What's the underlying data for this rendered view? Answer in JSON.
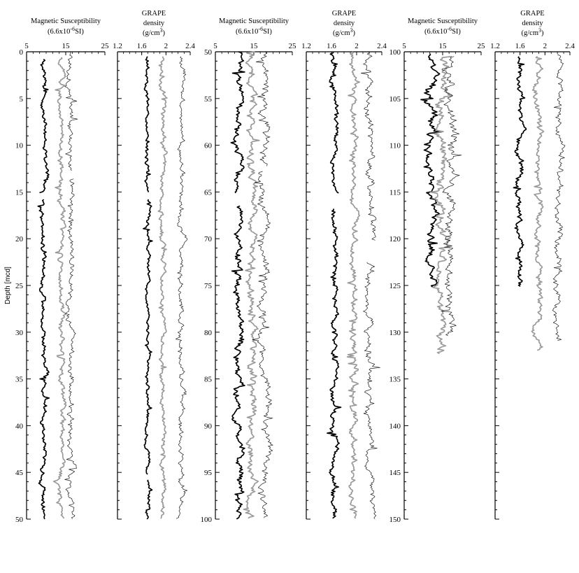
{
  "colors": {
    "black": "#000000",
    "gray": "#9a9a9a",
    "thin": "#1a1a1a",
    "axis": "#000000"
  },
  "y_axis_label": "Depth [mcd]",
  "chart_data": [
    {
      "type": "line",
      "id": "ms-1",
      "title_lines": [
        "Magnetic Susceptibility",
        "(6.6x10",
        "-6",
        "SI)"
      ],
      "xlim": [
        5,
        25
      ],
      "xticks": [
        5,
        15,
        25
      ],
      "ylim": [
        0,
        50
      ],
      "yticks": [
        0,
        5,
        10,
        15,
        20,
        25,
        30,
        35,
        40,
        45,
        50
      ],
      "show_y_ticklabels": true,
      "y_ticklabel_side": "left",
      "series": [
        {
          "style": "black",
          "segments": [
            [
              0.8,
              15.1
            ],
            [
              15.8,
              50
            ]
          ],
          "base": 9.3,
          "amp": 0.8,
          "seed": 1
        },
        {
          "style": "gray",
          "segments": [
            [
              0.6,
              50
            ]
          ],
          "base": 13.8,
          "amp": 0.9,
          "seed": 2
        },
        {
          "style": "thin",
          "segments": [
            [
              0,
              12.8
            ],
            [
              13.6,
              50
            ]
          ],
          "base": 16.4,
          "amp": 1.0,
          "seed": 3
        }
      ]
    },
    {
      "type": "line",
      "id": "grape-1",
      "title_lines": [
        "GRAPE",
        "density",
        "(g/cm",
        "3",
        ")"
      ],
      "xlim": [
        1.2,
        2.4
      ],
      "xticks": [
        "1.2",
        "1.6",
        "2",
        "2.4"
      ],
      "ylim": [
        0,
        50
      ],
      "yticks": [
        0,
        5,
        10,
        15,
        20,
        25,
        30,
        35,
        40,
        45,
        50
      ],
      "show_y_ticklabels": false,
      "series": [
        {
          "style": "black",
          "segments": [
            [
              0.5,
              15.1
            ],
            [
              15.8,
              45.2
            ],
            [
              45.8,
              50
            ]
          ],
          "base": 1.7,
          "amp": 0.04,
          "seed": 4
        },
        {
          "style": "gray",
          "segments": [
            [
              0.5,
              50
            ]
          ],
          "base": 1.95,
          "amp": 0.05,
          "seed": 5
        },
        {
          "style": "thin",
          "segments": [
            [
              0.5,
              50
            ]
          ],
          "base": 2.25,
          "amp": 0.06,
          "seed": 6
        }
      ]
    },
    {
      "type": "line",
      "id": "ms-2",
      "title_lines": [
        "Magnetic Susceptibility",
        "(6.6x10",
        "-6",
        "SI)"
      ],
      "xlim": [
        5,
        25
      ],
      "xticks": [
        5,
        15,
        25
      ],
      "ylim": [
        50,
        100
      ],
      "yticks": [
        50,
        55,
        60,
        65,
        70,
        75,
        80,
        85,
        90,
        95,
        100
      ],
      "show_y_ticklabels": true,
      "y_ticklabel_side": "left",
      "series": [
        {
          "style": "black",
          "segments": [
            [
              50,
              65.2
            ],
            [
              66.5,
              100
            ]
          ],
          "base": 11.0,
          "amp": 1.2,
          "seed": 7
        },
        {
          "style": "gray",
          "segments": [
            [
              50,
              100
            ]
          ],
          "base": 14.5,
          "amp": 1.3,
          "seed": 8
        },
        {
          "style": "thin",
          "segments": [
            [
              50,
              62.3
            ],
            [
              62.8,
              100
            ]
          ],
          "base": 17.5,
          "amp": 1.4,
          "seed": 9
        }
      ]
    },
    {
      "type": "line",
      "id": "grape-2",
      "title_lines": [
        "GRAPE",
        "density",
        "(g/cm",
        "3",
        ")"
      ],
      "xlim": [
        1.2,
        2.4
      ],
      "xticks": [
        "1.2",
        "1.6",
        "2",
        "2.4"
      ],
      "ylim": [
        50,
        100
      ],
      "yticks": [
        50,
        55,
        60,
        65,
        70,
        75,
        80,
        85,
        90,
        95,
        100
      ],
      "show_y_ticklabels": false,
      "series": [
        {
          "style": "black",
          "segments": [
            [
              50,
              65.2
            ],
            [
              66.8,
              100
            ]
          ],
          "base": 1.65,
          "amp": 0.06,
          "seed": 10
        },
        {
          "style": "gray",
          "segments": [
            [
              50,
              100
            ]
          ],
          "base": 1.95,
          "amp": 0.07,
          "seed": 11
        },
        {
          "style": "thin",
          "segments": [
            [
              50,
              70.2
            ],
            [
              72.5,
              100
            ]
          ],
          "base": 2.2,
          "amp": 0.08,
          "seed": 12
        }
      ]
    },
    {
      "type": "line",
      "id": "ms-3",
      "title_lines": [
        "Magnetic Susceptibility",
        "(6.6x10",
        "-6",
        "SI)"
      ],
      "xlim": [
        5,
        25
      ],
      "xticks": [
        5,
        15,
        25
      ],
      "ylim": [
        100,
        150
      ],
      "yticks": [
        100,
        105,
        110,
        115,
        120,
        125,
        130,
        135,
        140,
        145,
        150
      ],
      "show_y_ticklabels": true,
      "y_ticklabel_side": "left",
      "series": [
        {
          "style": "black",
          "segments": [
            [
              100.2,
              125.2
            ]
          ],
          "base": 12.0,
          "amp": 1.6,
          "seed": 13
        },
        {
          "style": "gray",
          "segments": [
            [
              100.5,
              132.4
            ]
          ],
          "base": 14.8,
          "amp": 1.7,
          "seed": 14
        },
        {
          "style": "thin",
          "segments": [
            [
              100.5,
              130.5
            ]
          ],
          "base": 17.0,
          "amp": 1.8,
          "seed": 15
        }
      ]
    },
    {
      "type": "line",
      "id": "grape-3",
      "title_lines": [
        "GRAPE",
        "density",
        "(g/cm",
        "3",
        ")"
      ],
      "xlim": [
        1.2,
        2.4
      ],
      "xticks": [
        "1.2",
        "1.6",
        "2",
        "2.4"
      ],
      "ylim": [
        100,
        150
      ],
      "yticks": [
        100,
        105,
        110,
        115,
        120,
        125,
        130,
        135,
        140,
        145,
        150
      ],
      "show_y_ticklabels": false,
      "series": [
        {
          "style": "black",
          "segments": [
            [
              100.5,
              125.2
            ]
          ],
          "base": 1.6,
          "amp": 0.06,
          "seed": 16
        },
        {
          "style": "gray",
          "segments": [
            [
              100.5,
              132.0
            ]
          ],
          "base": 1.9,
          "amp": 0.07,
          "seed": 17
        },
        {
          "style": "thin",
          "segments": [
            [
              100.3,
              131.0
            ]
          ],
          "base": 2.22,
          "amp": 0.08,
          "seed": 18
        }
      ]
    }
  ]
}
